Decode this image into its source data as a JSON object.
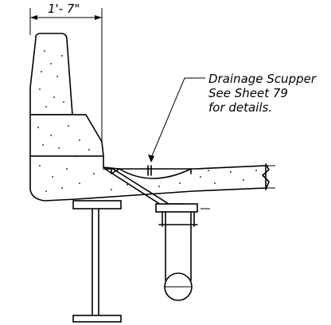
{
  "dimension": {
    "label": "1'- 7\""
  },
  "note": {
    "line1": "Drainage Scupper",
    "line2": "See Sheet 79",
    "line3": "for details."
  }
}
